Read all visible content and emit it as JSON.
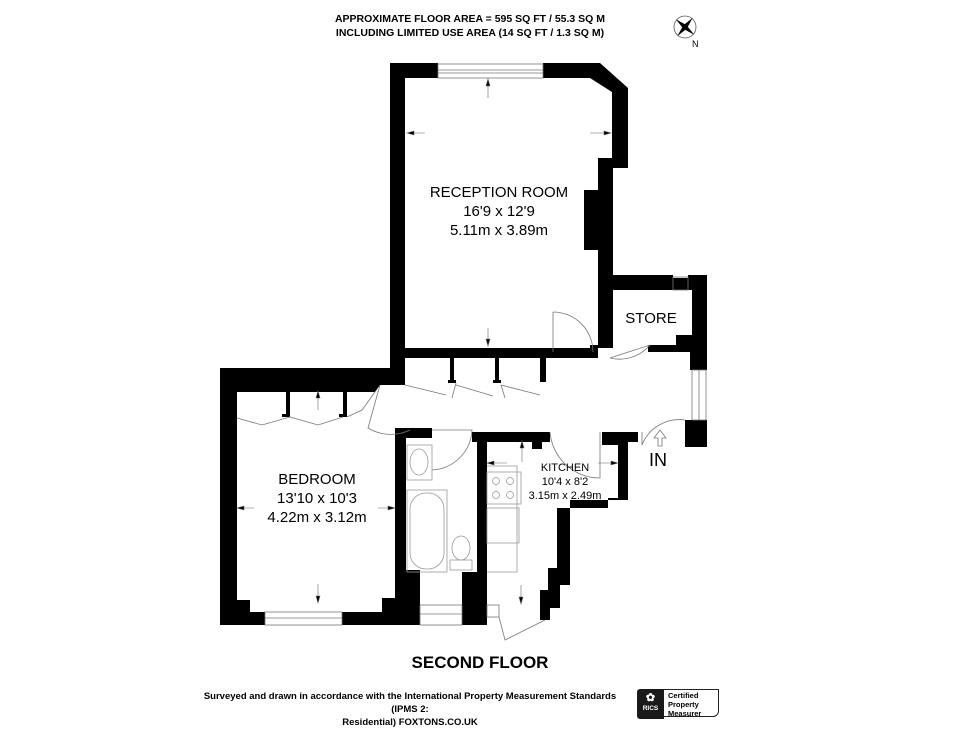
{
  "header": {
    "line1": "APPROXIMATE FLOOR AREA = 595 SQ FT / 55.3 SQ M",
    "line2": "INCLUDING LIMITED USE AREA (14 SQ FT / 1.3 SQ M)"
  },
  "compass": {
    "icon": "compass-rose-icon",
    "label": "N"
  },
  "rooms": [
    {
      "name": "RECEPTION ROOM",
      "imperial": "16'9 x 12'9",
      "metric": "5.11m x 3.89m"
    },
    {
      "name": "STORE"
    },
    {
      "name": "BEDROOM",
      "imperial": "13'10 x 10'3",
      "metric": "4.22m x 3.12m"
    },
    {
      "name": "KITCHEN",
      "imperial": "10'4 x 8'2",
      "metric": "3.15m x 2.49m"
    }
  ],
  "entrance": {
    "label": "IN",
    "icon": "entrance-arrow-icon"
  },
  "floor_title": "SECOND FLOOR",
  "footer": {
    "line1": "Surveyed and drawn in accordance with the International Property Measurement Standards (IPMS 2:",
    "line2": "Residential) FOXTONS.CO.UK"
  },
  "badge": {
    "org": "RICS",
    "line1": "Certified",
    "line2": "Property",
    "line3": "Measurer"
  },
  "colors": {
    "wall": "#000000",
    "fixture": "#888888",
    "background": "#ffffff"
  }
}
